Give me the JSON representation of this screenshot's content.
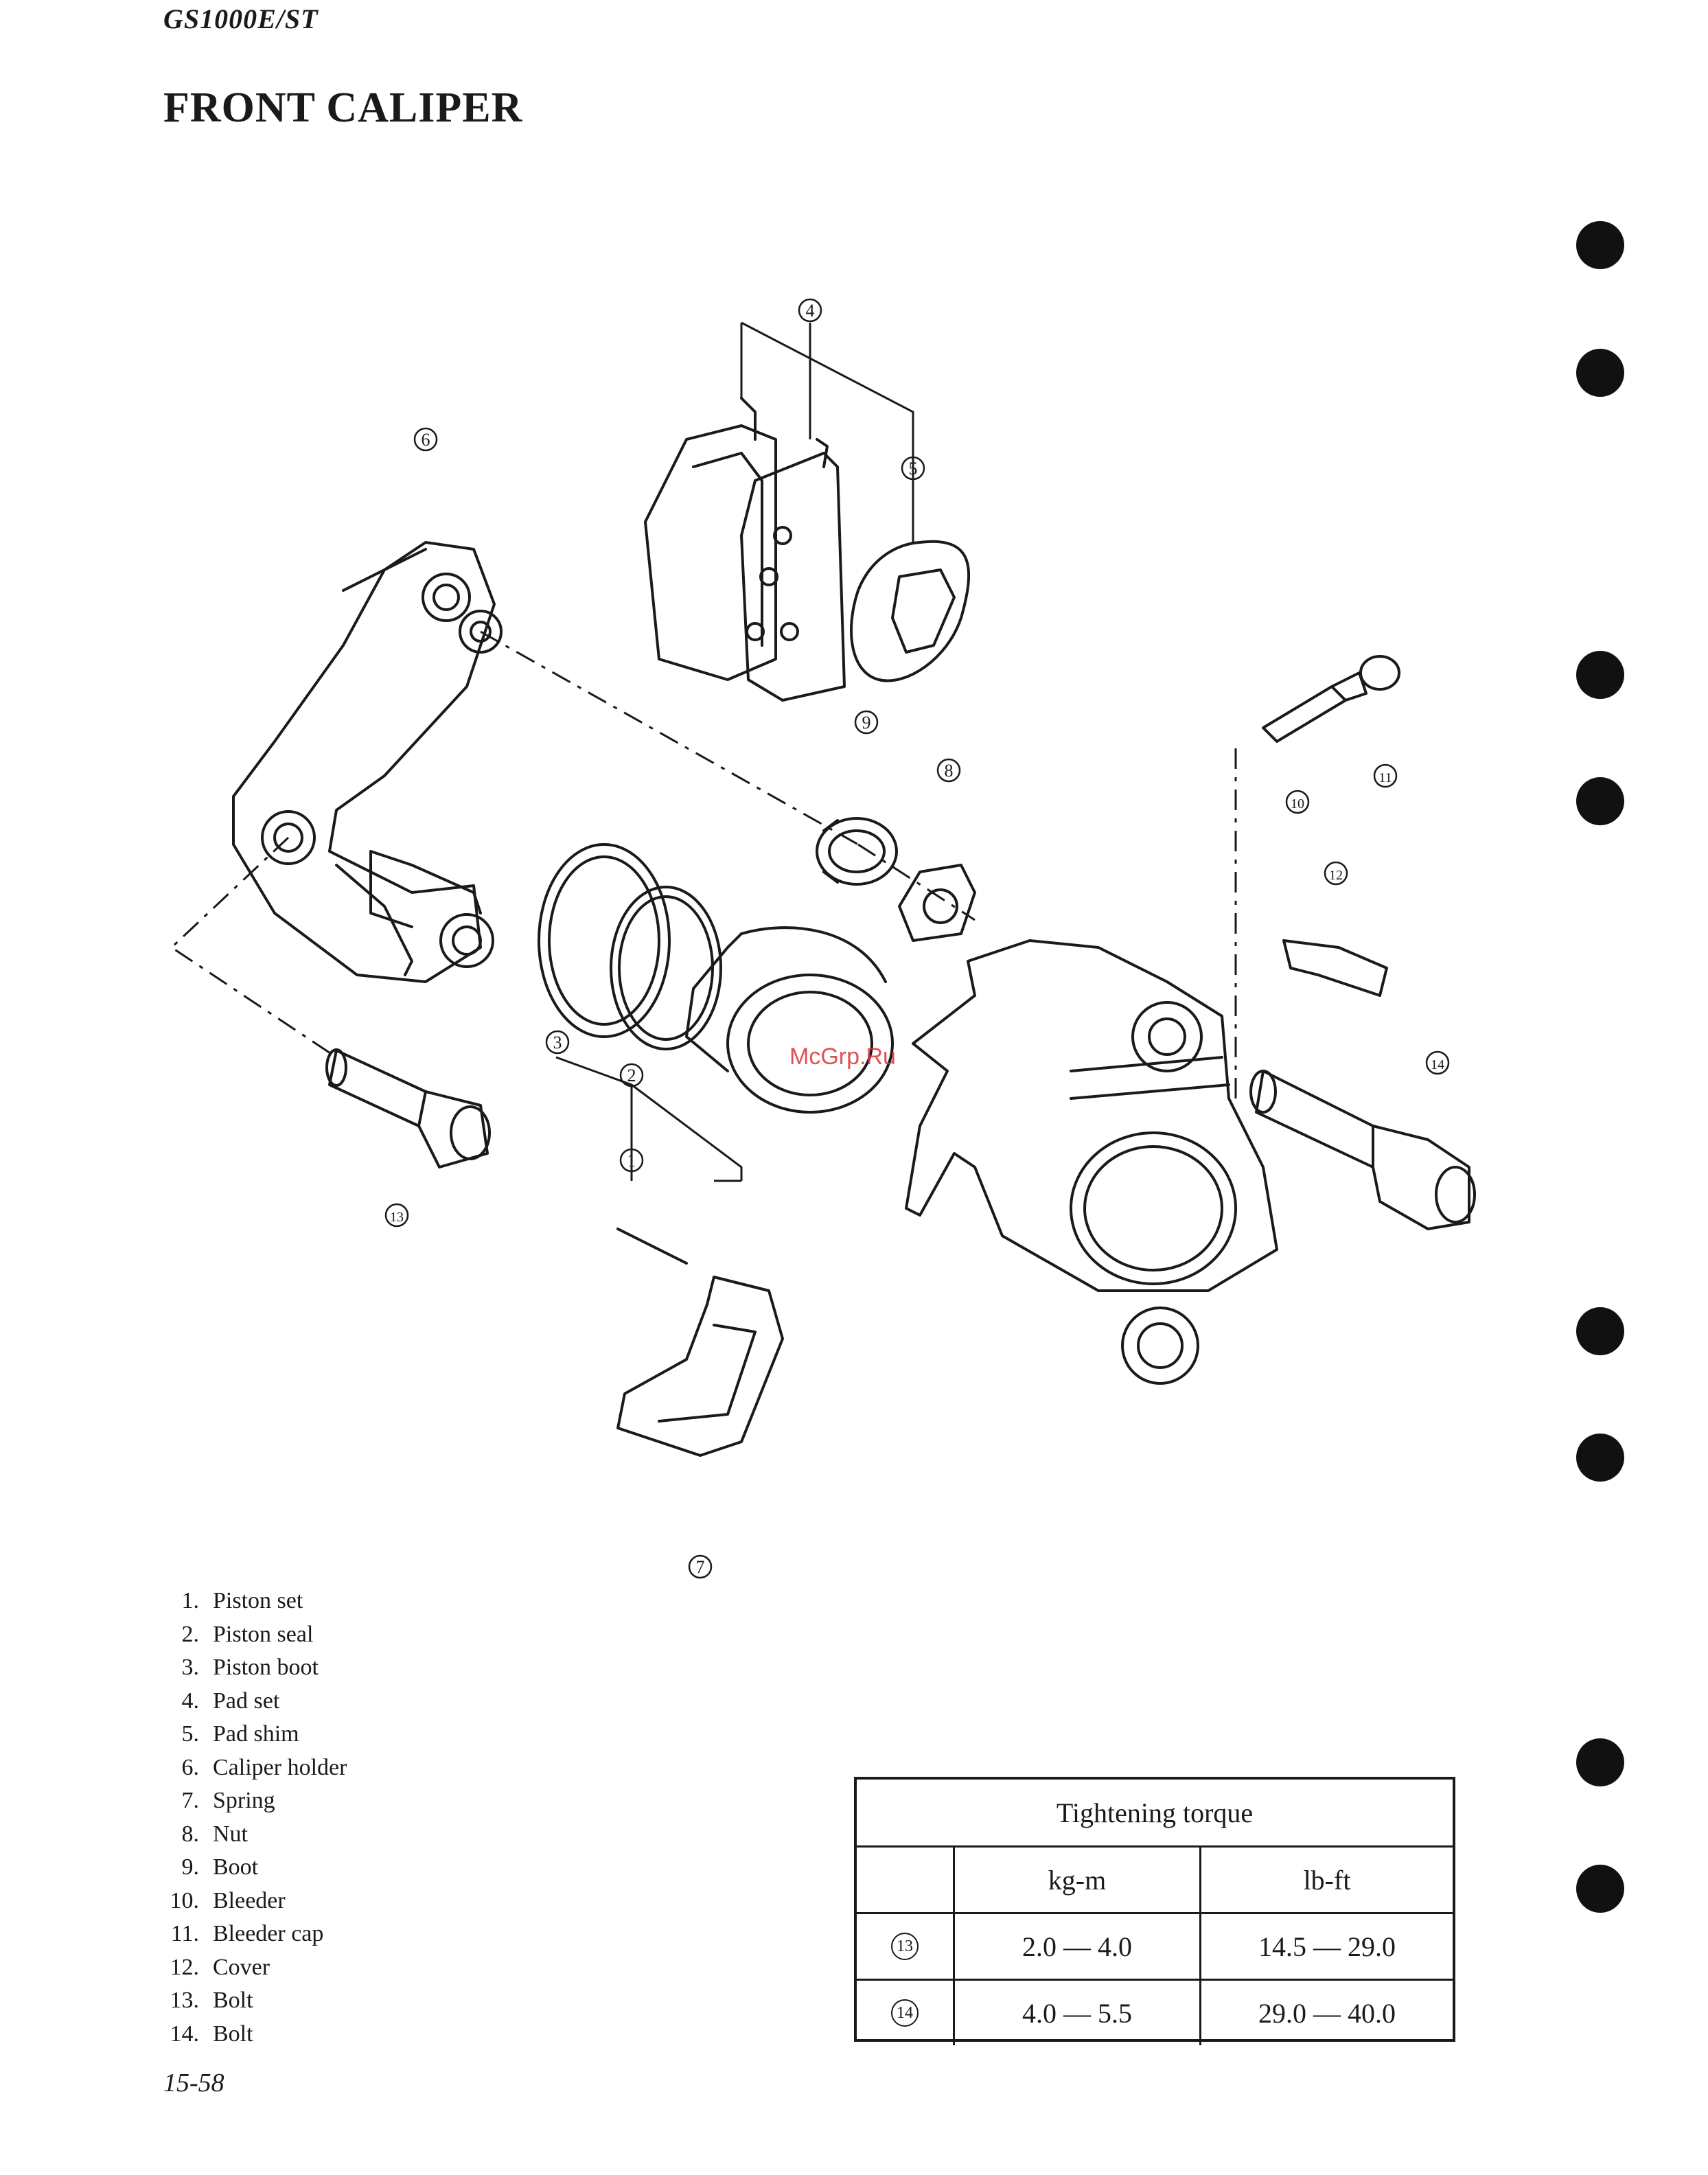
{
  "header": {
    "model": "GS1000E/ST",
    "title": "FRONT CALIPER"
  },
  "watermark": "McGrp.Ru",
  "callouts": [
    "1",
    "2",
    "3",
    "4",
    "5",
    "6",
    "7",
    "8",
    "9",
    "10",
    "11",
    "12",
    "13",
    "14"
  ],
  "parts_list": [
    {
      "num": "1.",
      "name": "Piston set"
    },
    {
      "num": "2.",
      "name": "Piston seal"
    },
    {
      "num": "3.",
      "name": "Piston boot"
    },
    {
      "num": "4.",
      "name": "Pad set"
    },
    {
      "num": "5.",
      "name": "Pad shim"
    },
    {
      "num": "6.",
      "name": "Caliper holder"
    },
    {
      "num": "7.",
      "name": "Spring"
    },
    {
      "num": "8.",
      "name": "Nut"
    },
    {
      "num": "9.",
      "name": "Boot"
    },
    {
      "num": "10.",
      "name": "Bleeder"
    },
    {
      "num": "11.",
      "name": "Bleeder cap"
    },
    {
      "num": "12.",
      "name": "Cover"
    },
    {
      "num": "13.",
      "name": "Bolt"
    },
    {
      "num": "14.",
      "name": "Bolt"
    }
  ],
  "torque_table": {
    "title": "Tightening torque",
    "col_kgm": "kg-m",
    "col_lbft": "lb-ft",
    "rows": [
      {
        "ref": "13",
        "kgm": "2.0 — 4.0",
        "lbft": "14.5 — 29.0"
      },
      {
        "ref": "14",
        "kgm": "4.0 — 5.5",
        "lbft": "29.0 — 40.0"
      }
    ]
  },
  "footer": {
    "page": "15-58"
  }
}
